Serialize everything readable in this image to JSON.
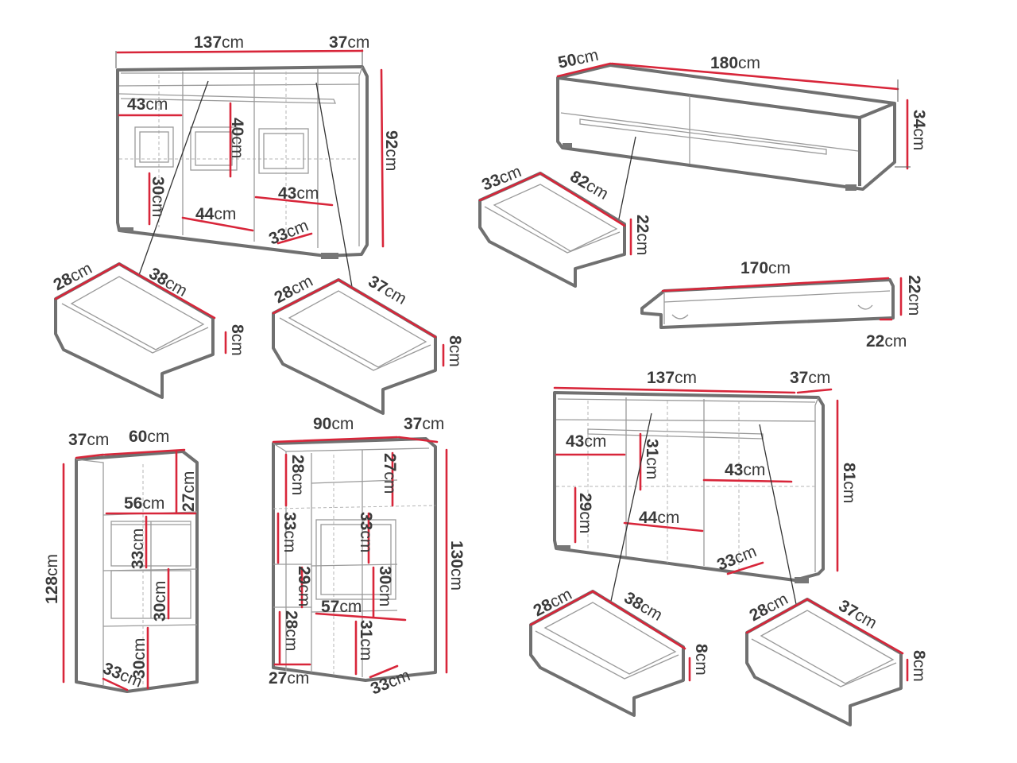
{
  "colors": {
    "outline": "#707070",
    "dimension": "#d8263a",
    "text": "#3a3a3a"
  },
  "unit": "cm",
  "dims": {
    "sb1_w": "137",
    "sb1_d": "37",
    "sb1_h": "92",
    "sb1_a": "43",
    "sb1_b": "40",
    "sb1_c": "30",
    "sb1_e": "43",
    "sb1_f": "44",
    "sb1_g": "33",
    "dr1_d": "28",
    "dr1_w": "38",
    "dr1_h": "8",
    "dr2_d": "28",
    "dr2_w": "37",
    "dr2_h": "8",
    "tv_d": "50",
    "tv_w": "180",
    "tv_h": "34",
    "dr3_d": "33",
    "dr3_w": "82",
    "dr3_h": "22",
    "sh_w": "170",
    "sh_h": "22",
    "sh_d": "22",
    "vt_d": "37",
    "vt_w": "60",
    "vt_h": "128",
    "vt_a": "27",
    "vt_b": "56",
    "vt_c": "33",
    "vt_e": "30",
    "vt_f": "30",
    "vt_g": "33",
    "cb_w": "90",
    "cb_d": "37",
    "cb_h": "130",
    "cb_a": "28",
    "cb_b": "27",
    "cb_c": "33",
    "cb_e": "33",
    "cb_f": "29",
    "cb_g": "30",
    "cb_i": "28",
    "cb_j": "57",
    "cb_k": "31",
    "cb_l": "27",
    "cb_m": "33",
    "sb2_w": "137",
    "sb2_d": "37",
    "sb2_h": "81",
    "sb2_a": "43",
    "sb2_b": "31",
    "sb2_c": "43",
    "sb2_e": "29",
    "sb2_f": "44",
    "sb2_g": "33",
    "dr4_d": "28",
    "dr4_w": "38",
    "dr4_h": "8",
    "dr5_d": "28",
    "dr5_w": "37",
    "dr5_h": "8"
  }
}
